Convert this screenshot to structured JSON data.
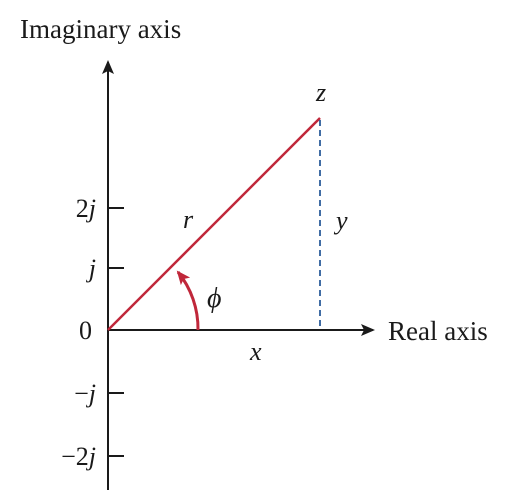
{
  "diagram": {
    "axes": {
      "imaginary_label": "Imaginary axis",
      "real_label": "Real axis"
    },
    "ticks": [
      {
        "num": "2",
        "unit": "j"
      },
      {
        "num": "",
        "unit": "j"
      },
      {
        "num": "0",
        "unit": ""
      },
      {
        "num": "−",
        "unit": "j"
      },
      {
        "num": "−2",
        "unit": "j"
      }
    ],
    "labels": {
      "point": "z",
      "magnitude": "r",
      "imag_part": "y",
      "real_part": "x",
      "angle": "ϕ"
    },
    "colors": {
      "vector": "#c0273a",
      "axes": "#1a1a1a",
      "projection": "#2b5c9a"
    }
  }
}
